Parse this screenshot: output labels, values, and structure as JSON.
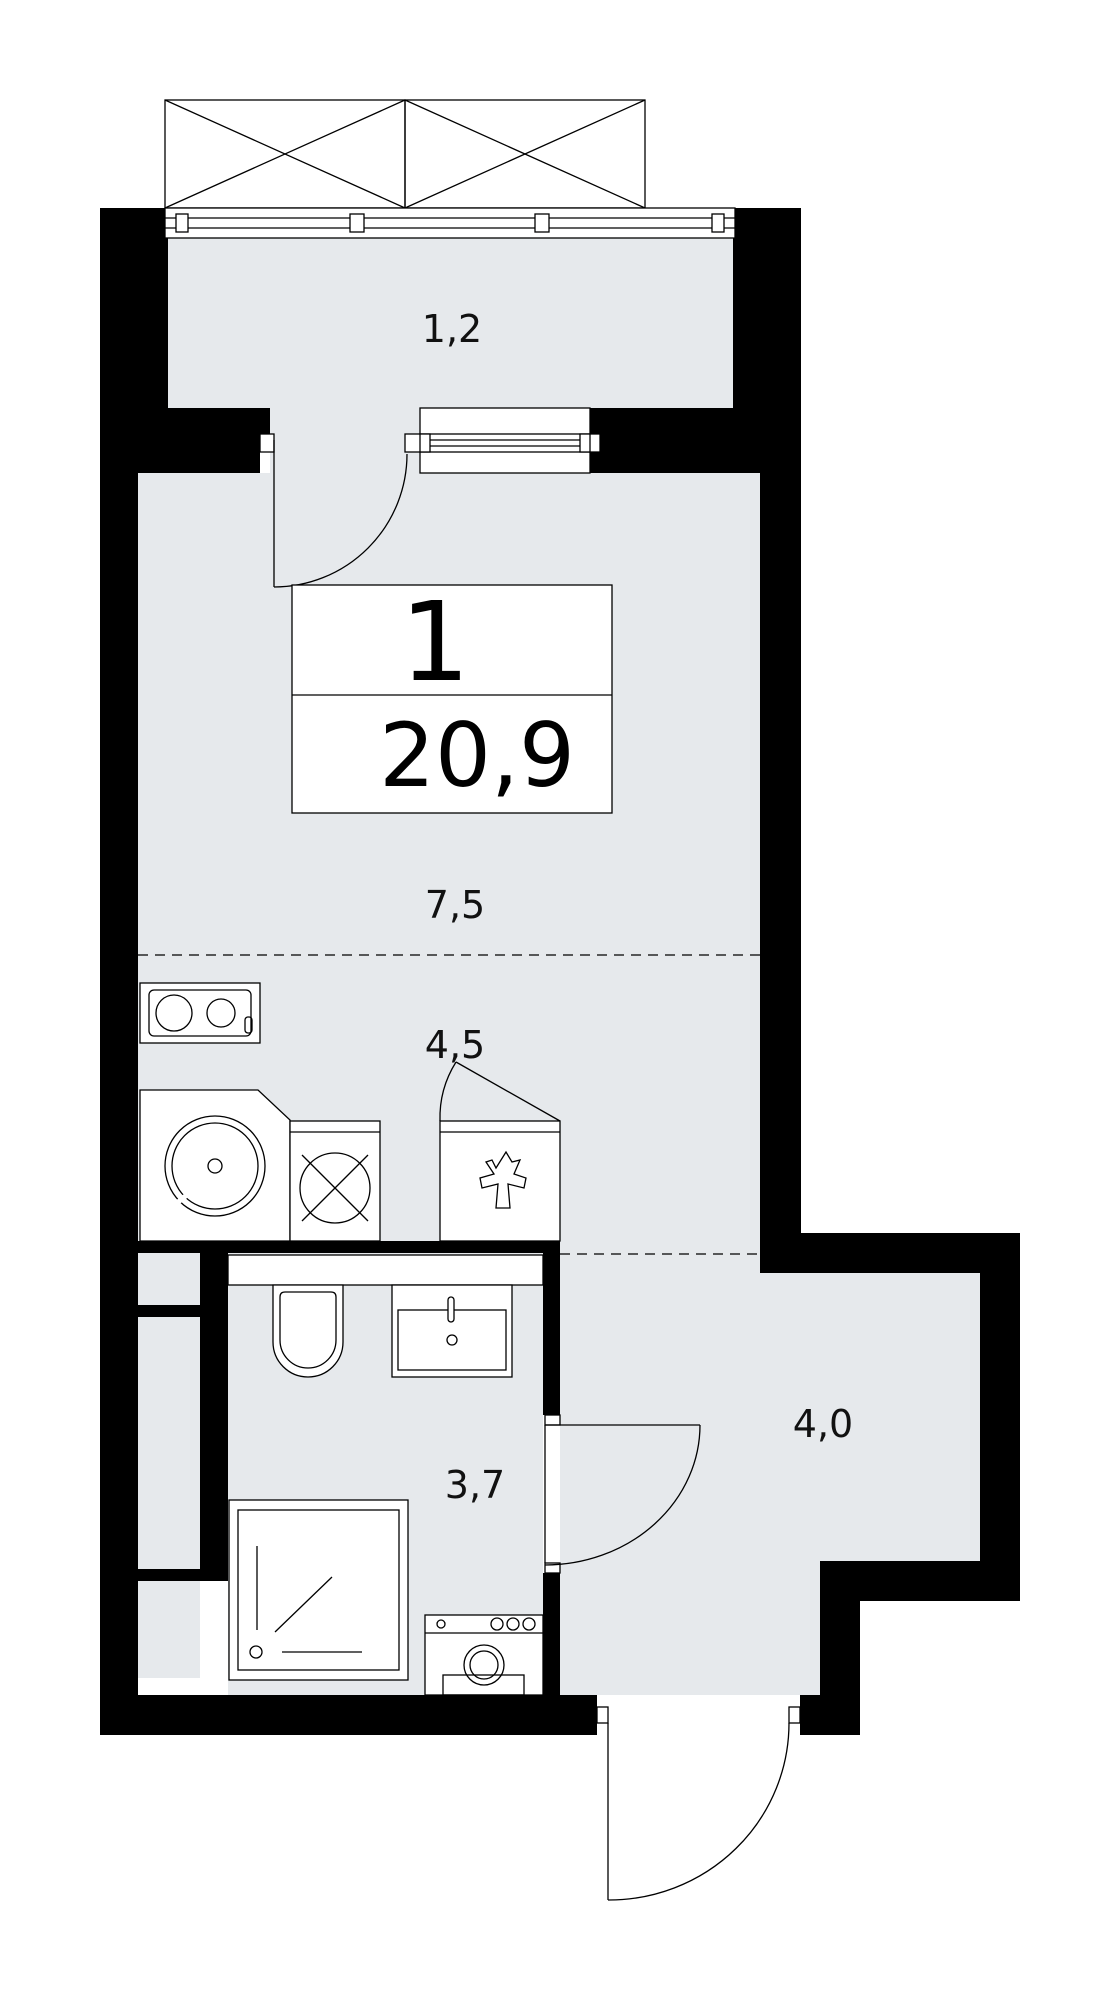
{
  "colors": {
    "floor": "#e6e9ec",
    "wall": "#000000",
    "line": "#000000",
    "background": "#ffffff"
  },
  "apartment": {
    "rooms_label": "1",
    "total_area": "20,9"
  },
  "rooms": {
    "balcony_area": "1,2",
    "living_area": "7,5",
    "kitchen_area": "4,5",
    "bathroom_area": "3,7",
    "hallway_area": "4,0"
  },
  "fixtures": [
    "hob-icon",
    "sink-icon",
    "oven-icon",
    "fridge-icon",
    "toilet-icon",
    "washbasin-icon",
    "shower-icon",
    "washing-machine-icon"
  ]
}
